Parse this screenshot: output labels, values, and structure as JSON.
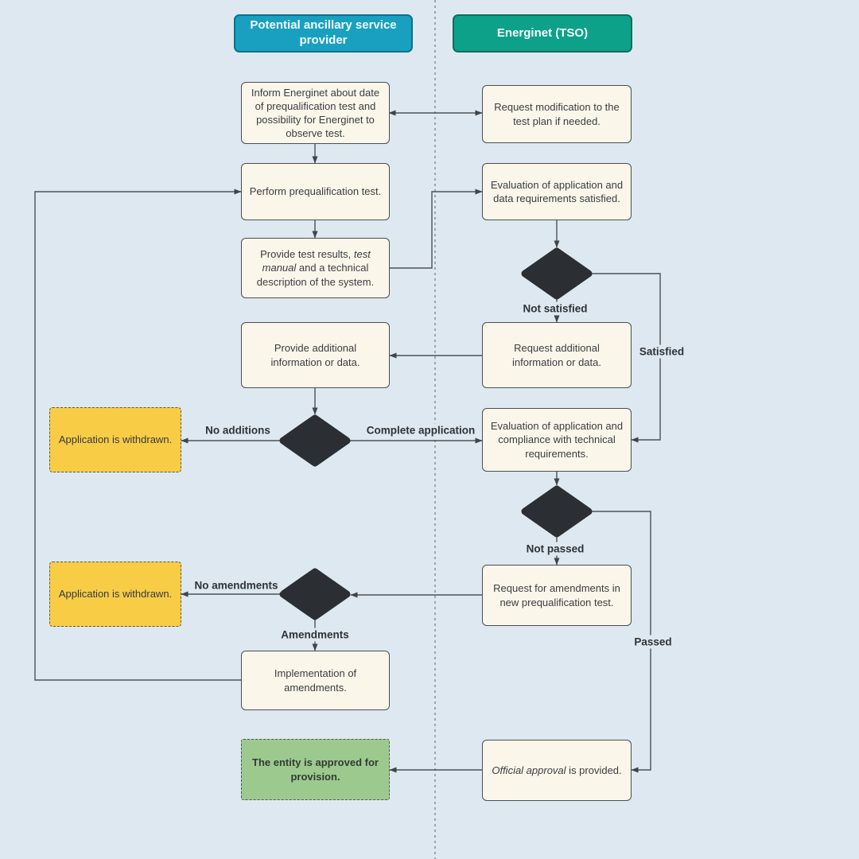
{
  "headers": {
    "provider": "Potential ancillary service provider",
    "tso": "Energinet (TSO)"
  },
  "nodes": {
    "inform": "Inform Energinet about date of prequalification test and possibility for Energinet  to observe test.",
    "request_mod": "Request modification to the test plan if needed.",
    "perform": "Perform prequalification test.",
    "eval_data": "Evaluation of application and data requirements satisfied.",
    "provide_results_pre": "Provide test results, ",
    "provide_results_it": "test manual",
    "provide_results_post": " and a technical description of the system.",
    "provide_add": "Provide additional information or data.",
    "request_add": "Request additional information or data.",
    "withdrawn_1": "Application is withdrawn.",
    "eval_compliance": "Evaluation of application and compliance with technical requirements.",
    "withdrawn_2": "Application is withdrawn.",
    "request_amend": "Request for amendments in new prequalification test.",
    "implementation": "Implementation of amendments.",
    "approved": "The entity is approved for provision.",
    "official_it": "Official approval",
    "official_post": " is provided."
  },
  "edge_labels": {
    "not_satisfied": "Not satisfied",
    "satisfied": "Satisfied",
    "no_additions": "No additions",
    "complete_application": "Complete application",
    "not_passed": "Not passed",
    "passed": "Passed",
    "no_amendments": "No amendments",
    "amendments": "Amendments"
  },
  "colors": {
    "background": "#dee8f0",
    "lane_divider": "#8b949d",
    "provider_header_fill": "#19a0c0",
    "provider_header_border": "#0d7187",
    "tso_header_fill": "#0ea189",
    "tso_header_border": "#0b6f5d",
    "process_fill": "#faf6e9",
    "process_border": "#4a4f54",
    "decision_diamond_fill": "#2b2e33",
    "withdrawn_fill": "#f8cc45",
    "approved_fill": "#9cca8e",
    "connector": "#4d5257"
  }
}
